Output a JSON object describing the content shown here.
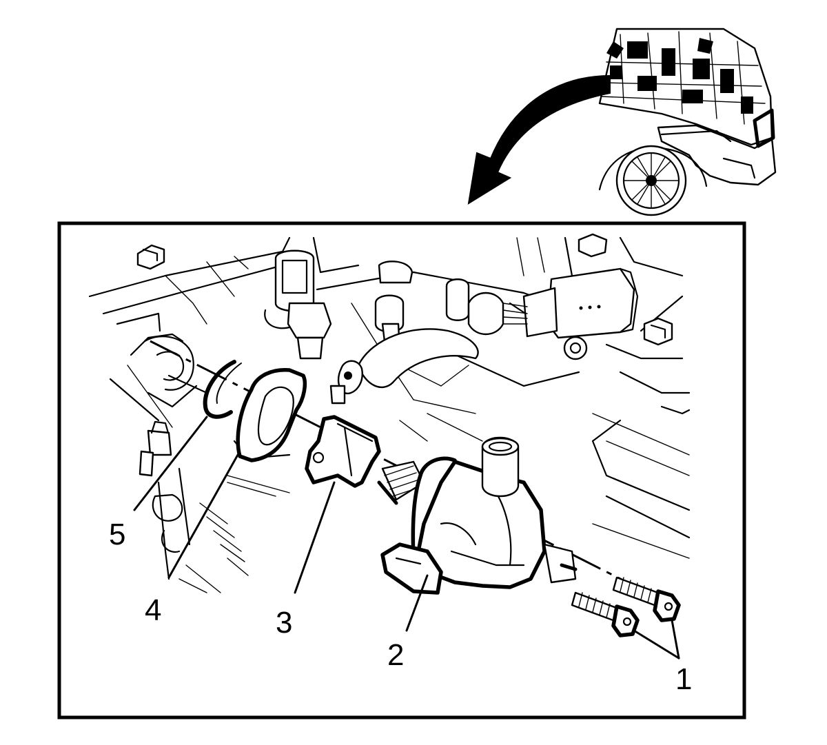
{
  "figure": {
    "callouts": [
      {
        "id": "1",
        "label": "1",
        "part": "bolts"
      },
      {
        "id": "2",
        "label": "2",
        "part": "pump-housing"
      },
      {
        "id": "3",
        "label": "3",
        "part": "bracket"
      },
      {
        "id": "4",
        "label": "4",
        "part": "seal"
      },
      {
        "id": "5",
        "label": "5",
        "part": "o-ring"
      }
    ],
    "colors": {
      "ink": "#000000",
      "paper": "#ffffff"
    }
  }
}
